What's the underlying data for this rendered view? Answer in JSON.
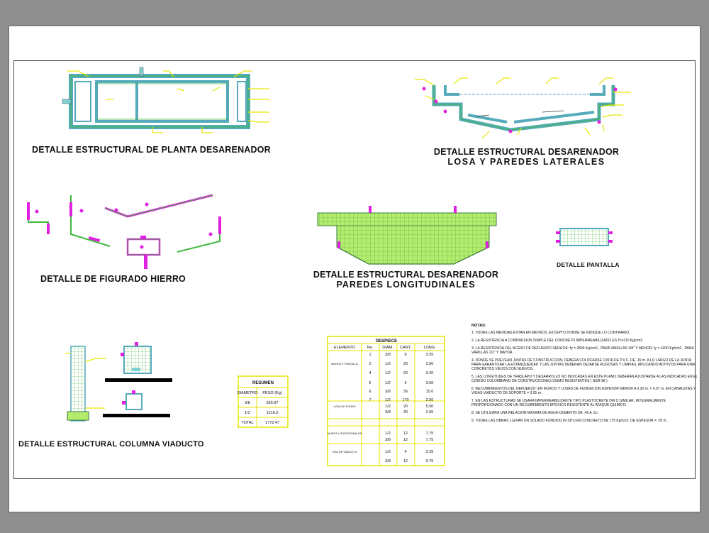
{
  "titles": {
    "planta": "DETALLE ESTRUCTURAL DE PLANTA DESARENADOR",
    "losa_l1": "DETALLE ESTRUCTURAL DESARENADOR",
    "losa_l2": "LOSA Y PAREDES LATERALES",
    "figurado": "DETALLE DE FIGURADO HIERRO",
    "paredes_l1": "DETALLE ESTRUCTURAL DESARENADOR",
    "paredes_l2": "PAREDES LONGITUDINALES",
    "pantalla": "DETALLE PANTALLA",
    "columna": "DETALLE ESTRUCTURAL COLUMNA VIADUCTO"
  },
  "resumen": {
    "title": "RESUMEN",
    "header": [
      "DIAMETRO",
      "PESO (Kg)"
    ],
    "rows": [
      [
        "3/8",
        "555.97"
      ],
      [
        "1/2",
        "1216.5"
      ],
      [
        "TOTAL",
        "1772.47"
      ]
    ]
  },
  "despiece": {
    "title": "DESPIECE",
    "header": [
      "ELEMENTO",
      "No.",
      "DIAM.",
      "CANT.",
      "LONG."
    ],
    "rows": [
      [
        "",
        "1",
        "3/8",
        "8",
        "2.55"
      ],
      [
        "MUROS Y PANTALLA",
        "2",
        "1/2",
        "20",
        "2.50"
      ],
      [
        "",
        "4",
        "1/2",
        "20",
        "3.20"
      ],
      [
        "",
        "5",
        "1/2",
        "6",
        "3.50"
      ],
      [
        "",
        "6",
        "3/8",
        "36",
        "15.0"
      ],
      [
        "",
        "7",
        "1/2",
        "170",
        "2.55"
      ],
      [
        "LOSA DE FONDO",
        "",
        "1/2",
        "20",
        "5.50"
      ],
      [
        "",
        "",
        "3/8",
        "30",
        "2.05"
      ],
      [
        "",
        "",
        "",
        "",
        ""
      ],
      [
        "MUROS LONGITUDINALES",
        "",
        "1/2",
        "12",
        "7.75"
      ],
      [
        "",
        "",
        "3/8",
        "12",
        "7.75"
      ],
      [
        "",
        "",
        "",
        "",
        ""
      ],
      [
        "VIGA DE VIADUCTO",
        "",
        "1/2",
        "4",
        "2.25"
      ],
      [
        "",
        "",
        "3/8",
        "12",
        "0.75"
      ]
    ]
  },
  "notes": {
    "header": "NOTAS:",
    "items": [
      "1. TODAS LAS MEDIDAS ESTAN EN METROS, EXCEPTO DONDE SE INDIQUE LO CONTRARIO.",
      "2. LA RESISTENCIA A COMPRESION SIMPLE DEL CONCRETO IMPERMEABILIZADO ES f'c=210 Kg/cm2.",
      "3. LA RESISTENCIA DEL ACERO DE REFUERZO SERA DE: fy = 2800 Kg/cm2 , PARA VARILLAS 3/8\" Y MENOR. fy = 4200 Kg/cm2 , PARA VARILLAS 1/2\" Y MAYOR.",
      "4. DONDE SE PREVEAN JUNTAS DE CONSTRUCCION, DEBERA COLOCARSE CINTA DE P.V.C. DE .15 m. A LO LARGO DE LA JUNTA PARA GARANTIZAR LA ESTANQUEIDAD Y LAS JUNTAS DEBERAN DEJARSE RUGOSAS Y LIMPIAS, APLICANDO ADITIVOS PARA UNIR CONCRETOS VIEJOS CON NUEVOS.",
      "5. LAS LONGITUDES DE TRASLAPO Y DESARROLLO NO INDICADAS EN ESTE PLANO DEBERAN AJUSTARSE A LAS INDICADAS EN EL CODIGO COLOMBIANO DE CONSTRUCCIONES SISMO RESISTENTES ( NSR-98 ).",
      "6. RECUBRIMIENTOS DEL REFUERZO: EN MUROS Y LOSAS DE FUNDACION ESPESOR MENOR A 0.30 m. = 0.07 m. EN CANALETAS Y VIGAS-VIADUCTO DE SOPORTE = 0.05 m.",
      "7. EN LAS ESTRUCTURAS SE USARA IMPERMEABILIZANTE TIPO PLASTOCRETE DM O SIMILAR, INTEGRALMENTE PROPORCIONADO CON UN RECUBRIMIENTO EPOXICO RESISTENTE AL ATAQUE QUIMICO.",
      "8. SE UTILIZARA UNA RELACION MAXIMA DE AGUA-CEMENTO DE .45 A .5o",
      "9. TODAS LAS OBRAS LLEVAN UN SOLADO FUNDIDO IN SITU EN CONCRETO DE 175 Kg/cm2. DE ESPESOR = .05 m."
    ]
  },
  "colors": {
    "concrete": "#7dd3d3",
    "rebar": "#3fb83f",
    "callout": "#e6e600",
    "magenta": "#e020e0",
    "hatch": "#a8e870"
  }
}
